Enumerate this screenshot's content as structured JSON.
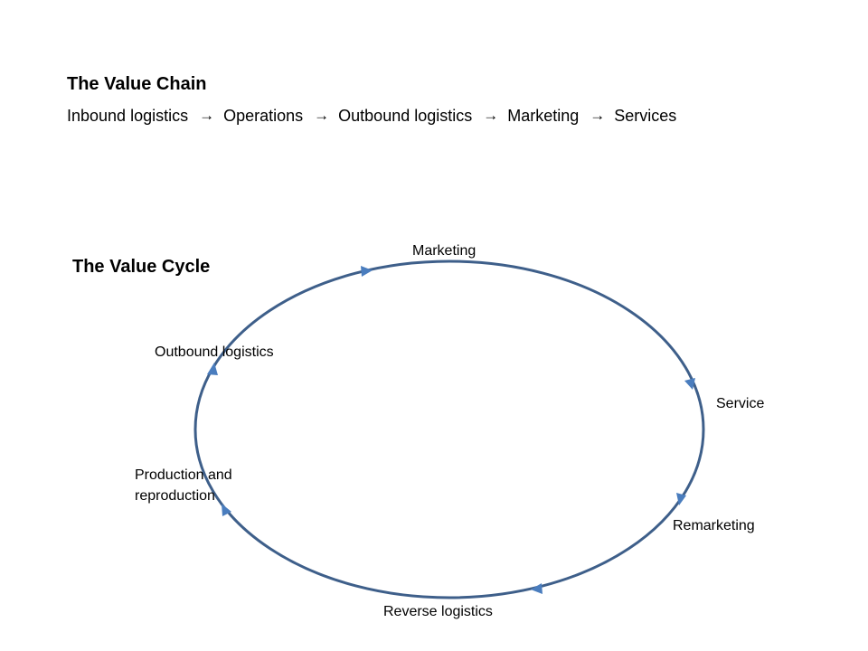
{
  "value_chain": {
    "title": "The Value Chain",
    "arrow_glyph": "→",
    "steps": [
      "Inbound logistics",
      "Operations",
      "Outbound logistics",
      "Marketing",
      "Services"
    ]
  },
  "value_cycle": {
    "title": "The Value Cycle",
    "stroke_color": "#3E5F8A",
    "arrow_color": "#4A7DBE",
    "nodes": {
      "marketing": "Marketing",
      "service": "Service",
      "remarketing": "Remarketing",
      "reverse_logistics": "Reverse logistics",
      "production": "Production and reproduction",
      "outbound_logistics": "Outbound logistics"
    }
  }
}
